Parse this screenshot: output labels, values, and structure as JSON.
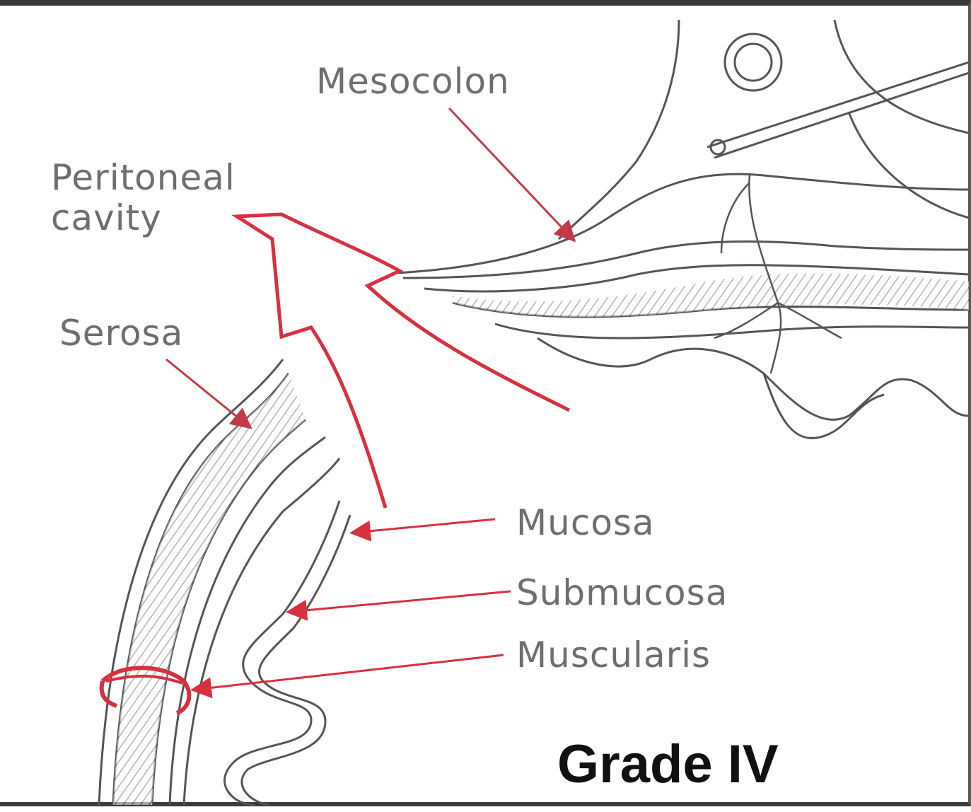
{
  "labels": {
    "mesocolon": "Mesocolon",
    "peritoneal_line1": "Peritoneal",
    "peritoneal_line2": "cavity",
    "serosa": "Serosa",
    "mucosa": "Mucosa",
    "submucosa": "Submucosa",
    "muscularis": "Muscularis",
    "grade": "Grade IV"
  },
  "colors": {
    "arrow": "#d8303e",
    "line_art": "#555555",
    "label": "#6e6e6e",
    "grade": "#111111"
  }
}
